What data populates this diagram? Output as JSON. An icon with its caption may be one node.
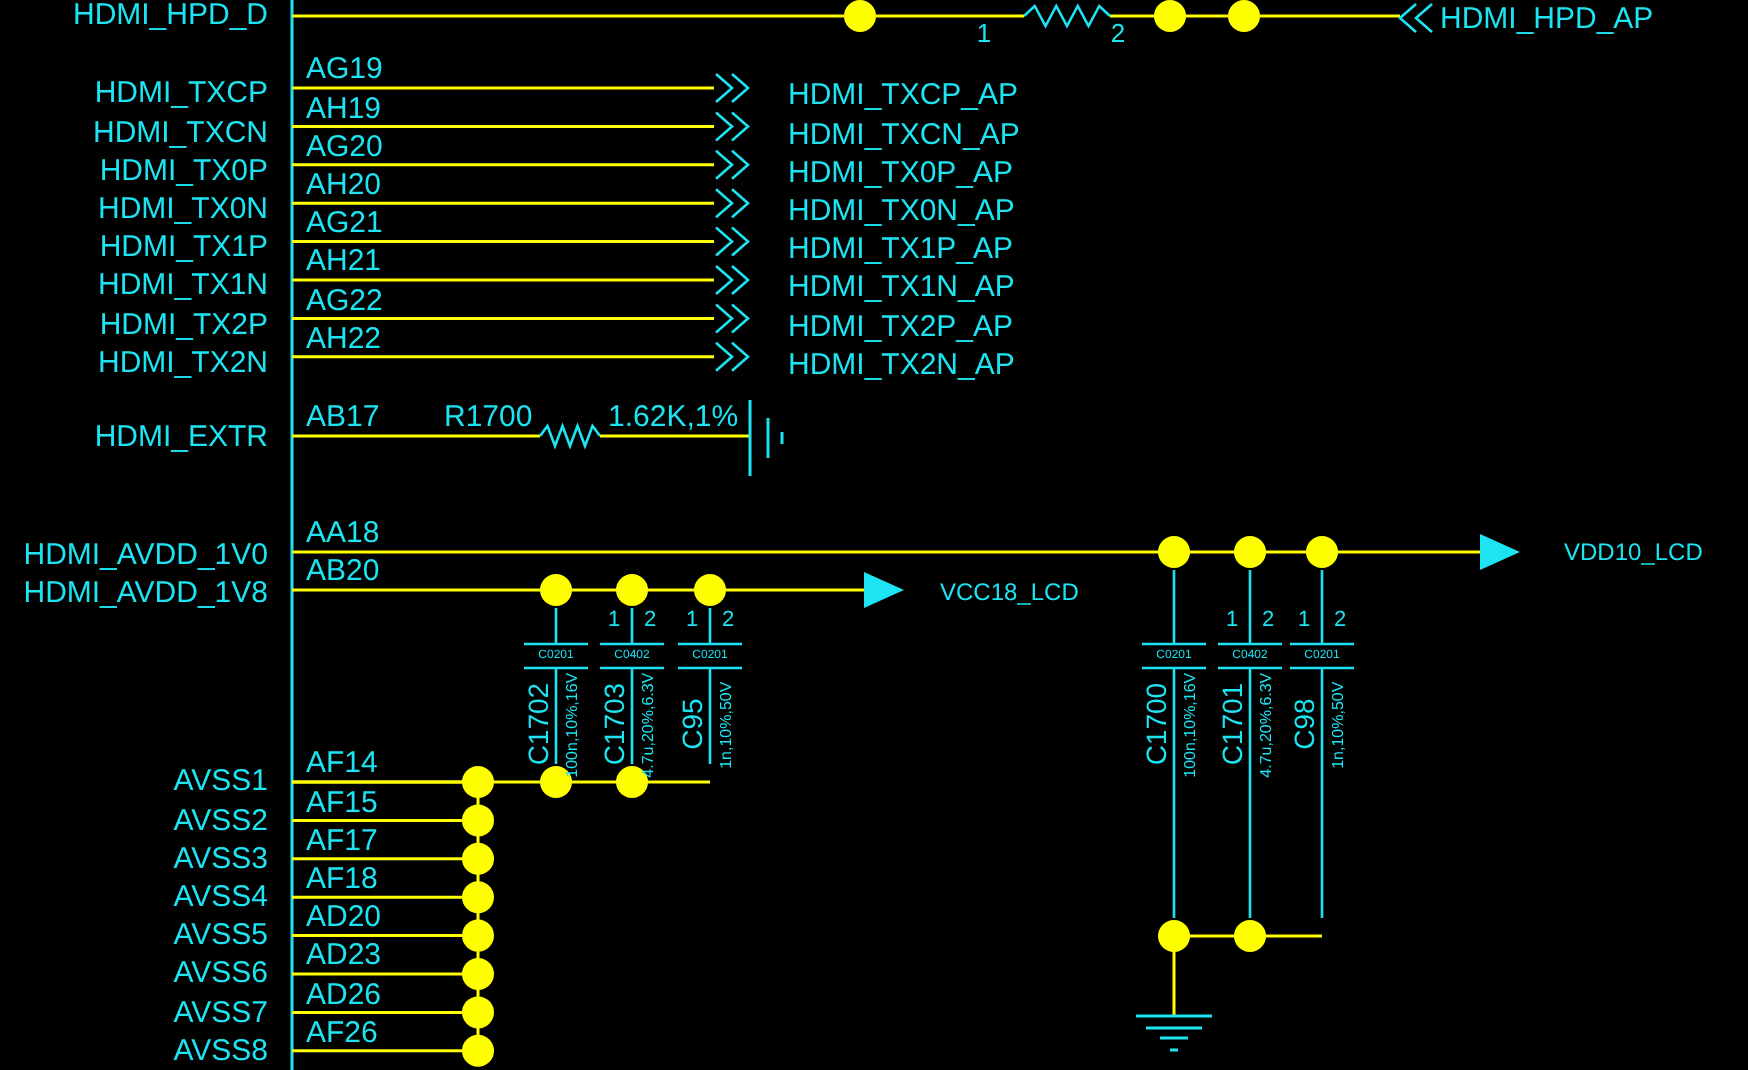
{
  "diagram": {
    "labels": [
      "HDMI_HPD_D",
      "1",
      "2",
      "HDMI_HPD_AP",
      "HDMI_TXCP",
      "AG19",
      "HDMI_TXCP_AP",
      "HDMI_TXCN",
      "AH19",
      "HDMI_TXCN_AP",
      "HDMI_TX0P",
      "AG20",
      "HDMI_TX0P_AP",
      "HDMI_TX0N",
      "AH20",
      "HDMI_TX0N_AP",
      "HDMI_TX1P",
      "AG21",
      "HDMI_TX1P_AP",
      "HDMI_TX1N",
      "AH21",
      "HDMI_TX1N_AP",
      "HDMI_TX2P",
      "AG22",
      "HDMI_TX2P_AP",
      "HDMI_TX2N",
      "AH22",
      "HDMI_TX2N_AP",
      "HDMI_EXTR",
      "AB17",
      "R1700",
      "1.62K,1%",
      "HDMI_AVDD_1V0",
      "AA18",
      "VDD10_LCD",
      "HDMI_AVDD_1V8",
      "AB20",
      "VCC18_LCD",
      "C0201",
      "C1702",
      "100n,10%,16V",
      "1",
      "C0402",
      "C1703",
      "4.7u,20%,6.3V",
      "2",
      "1",
      "C0201",
      "C95",
      "1n,10%,50V",
      "2",
      "C0201",
      "C1700",
      "100n,10%,16V",
      "1",
      "C0402",
      "C1701",
      "4.7u,20%,6.3V",
      "2",
      "1",
      "C0201",
      "C98",
      "1n,10%,50V",
      "2",
      "AVSS1",
      "AF14",
      "AVSS2",
      "AF15",
      "AVSS3",
      "AF17",
      "AVSS4",
      "AF18",
      "AVSS5",
      "AD20",
      "AVSS6",
      "AD23",
      "AVSS7",
      "AD26",
      "AVSS8",
      "AF26"
    ]
  }
}
